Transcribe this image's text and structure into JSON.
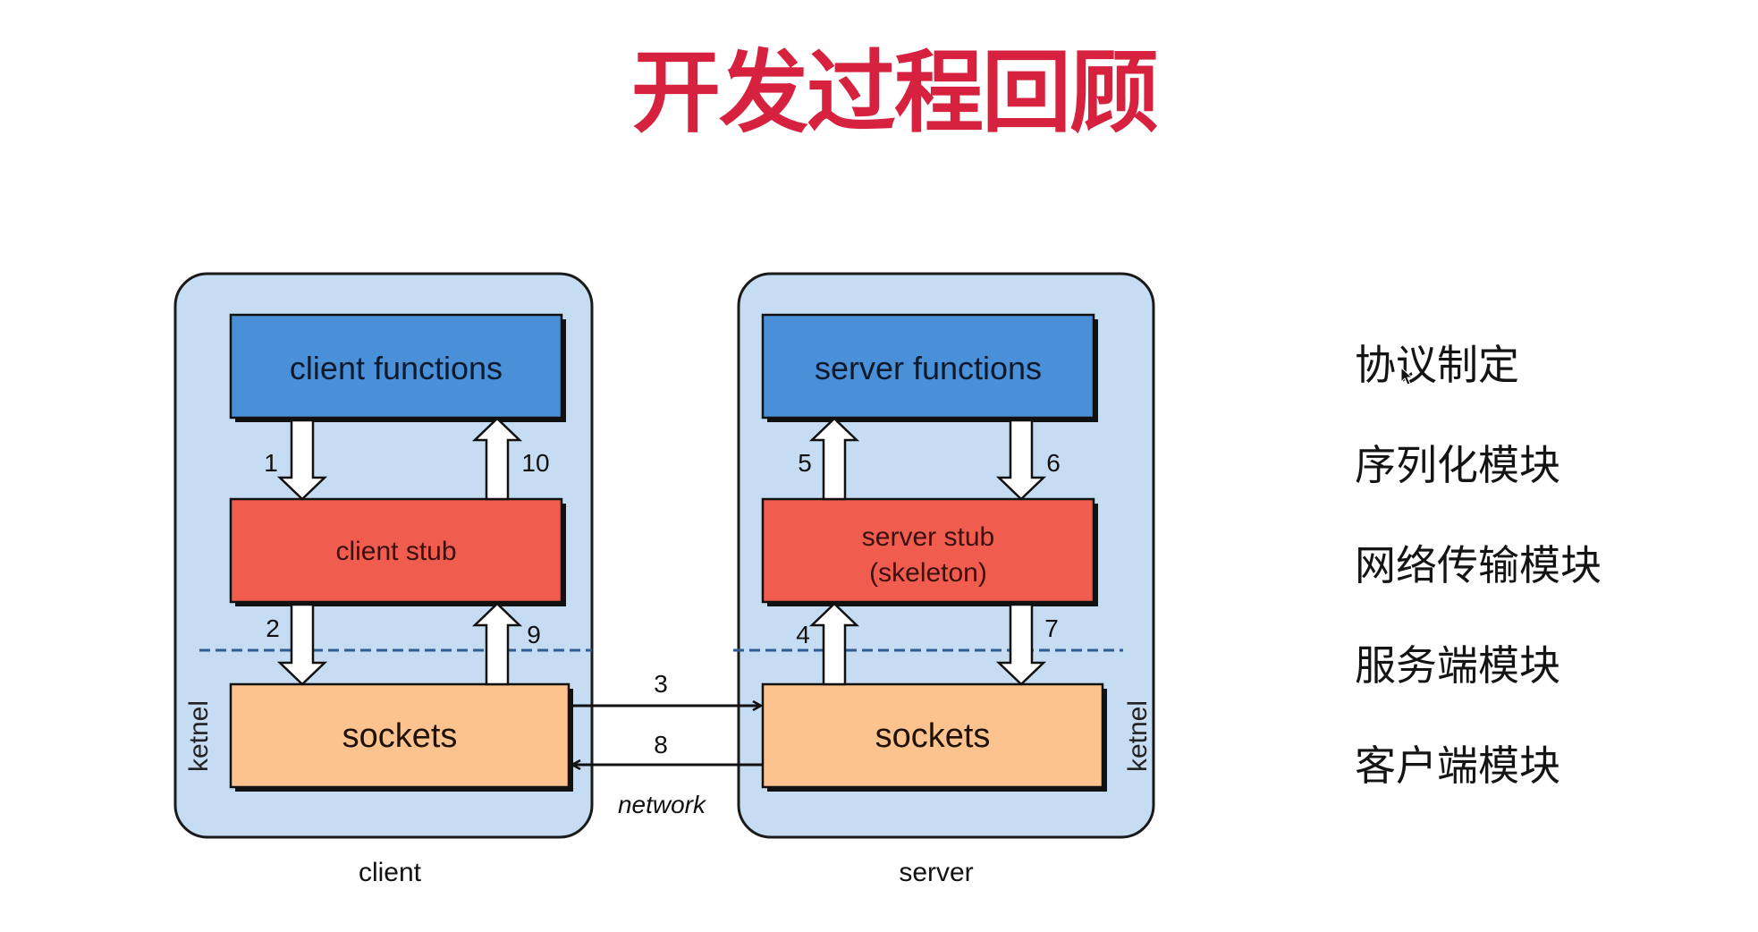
{
  "title": "开发过程回顾",
  "diagram": {
    "client": {
      "label": "client",
      "layer_label": "ketnel",
      "functions_label": "client functions",
      "stub_label": "client stub",
      "sockets_label": "sockets"
    },
    "server": {
      "label": "server",
      "layer_label": "ketnel",
      "functions_label": "server functions",
      "stub_line1": "server stub",
      "stub_line2": "(skeleton)",
      "sockets_label": "sockets"
    },
    "network_label": "network",
    "steps": [
      "1",
      "2",
      "3",
      "4",
      "5",
      "6",
      "7",
      "8",
      "9",
      "10"
    ],
    "colors": {
      "container": "#c6dcf2",
      "functions": "#4a90d9",
      "stub": "#f05d4e",
      "sockets": "#fcc38f",
      "kernel_divider": "#2f5d91",
      "title": "#d6223e"
    }
  },
  "modules": [
    "协议制定",
    "序列化模块",
    "网络传输模块",
    "服务端模块",
    "客户端模块"
  ]
}
